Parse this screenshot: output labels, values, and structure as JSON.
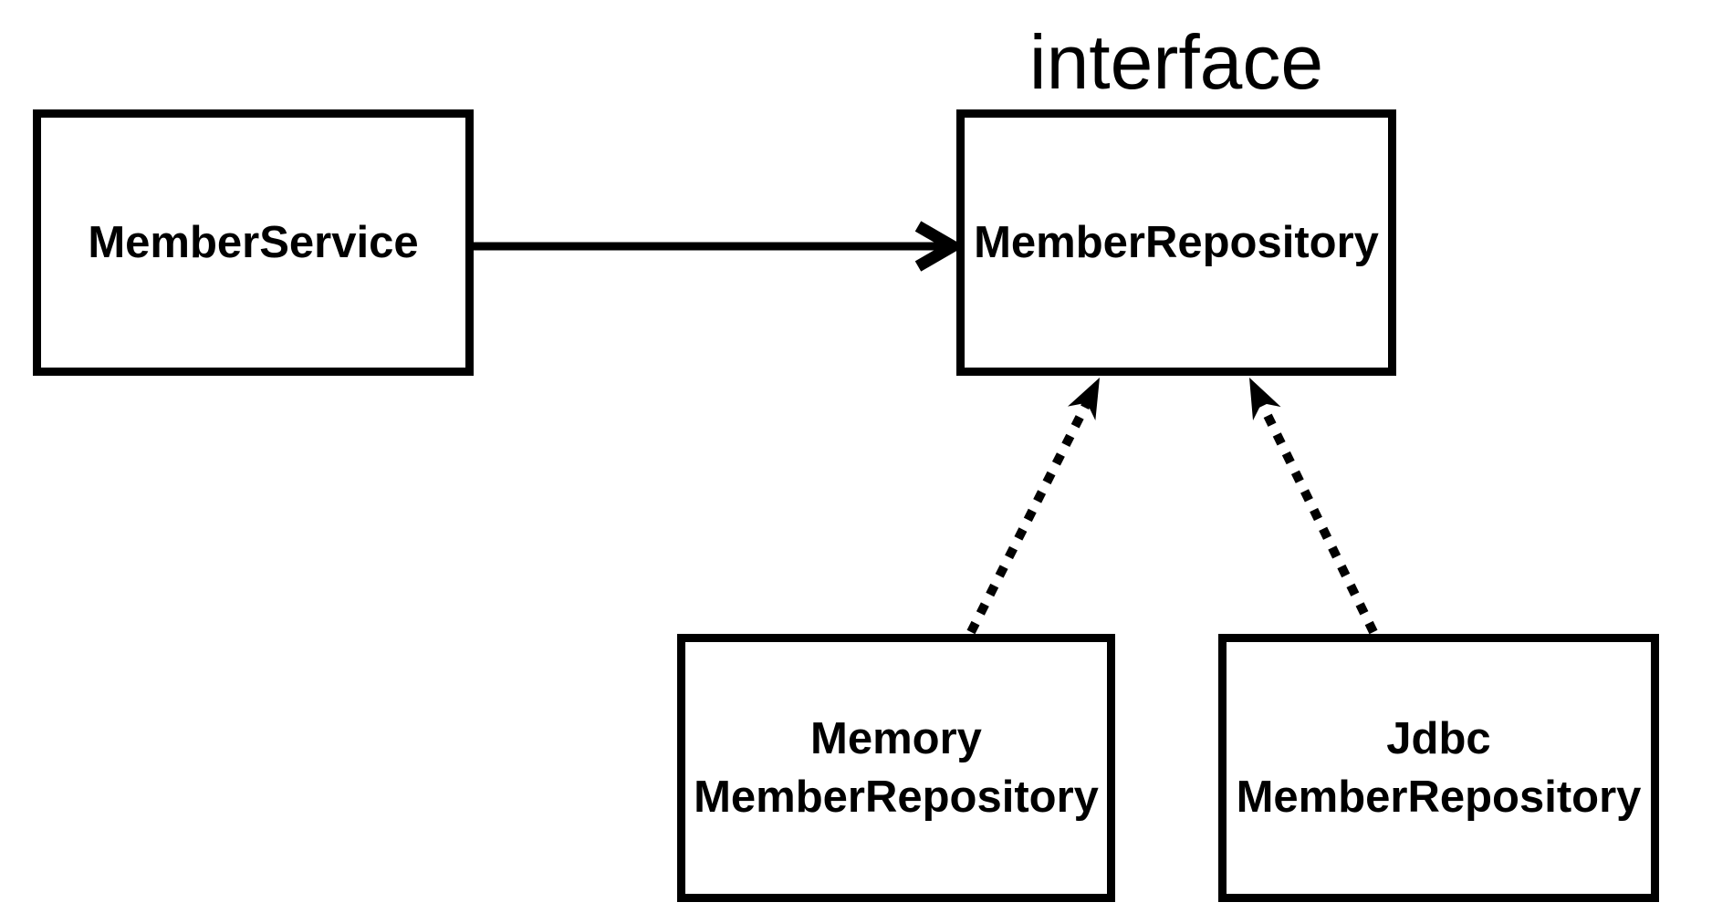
{
  "diagram": {
    "stereotype_label": "interface",
    "nodes": {
      "member_service": {
        "label": "MemberService",
        "shape": "rect"
      },
      "member_repository": {
        "label": "MemberRepository",
        "shape": "rect",
        "stereotype": "interface"
      },
      "memory_member_repository": {
        "line1": "Memory",
        "line2": "MemberRepository",
        "shape": "rect"
      },
      "jdbc_member_repository": {
        "line1": "Jdbc",
        "line2": "MemberRepository",
        "shape": "rect"
      }
    },
    "edges": [
      {
        "from": "MemberService",
        "to": "MemberRepository",
        "line_style": "solid",
        "arrowhead": "open-v",
        "direction": "left-to-right"
      },
      {
        "from": "MemoryMemberRepository",
        "to": "MemberRepository",
        "line_style": "dashed",
        "arrowhead": "filled-triangle",
        "direction": "bottom-to-top"
      },
      {
        "from": "JdbcMemberRepository",
        "to": "MemberRepository",
        "line_style": "dashed",
        "arrowhead": "filled-triangle",
        "direction": "bottom-to-top"
      }
    ]
  },
  "colors": {
    "line": "#000000",
    "background": "#ffffff"
  }
}
